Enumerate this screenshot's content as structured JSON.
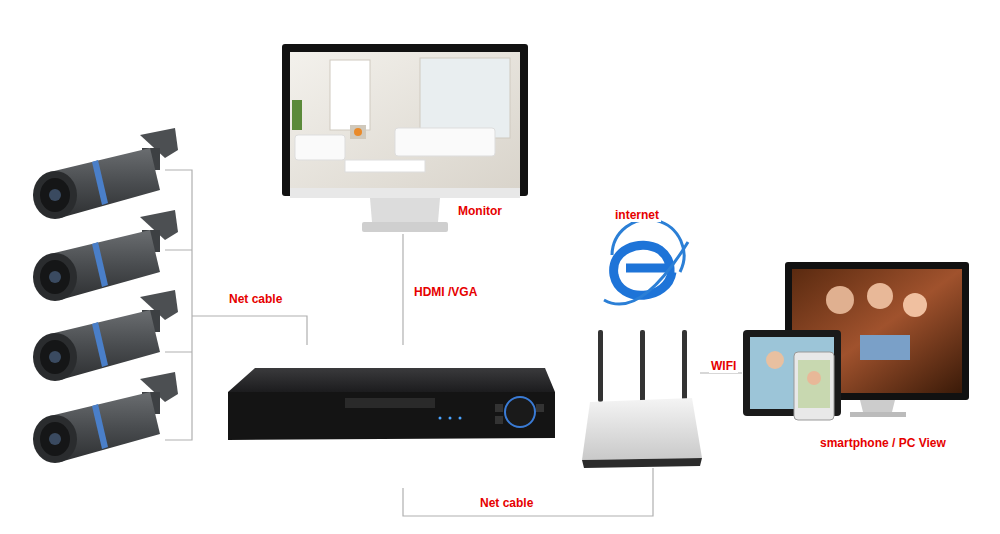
{
  "diagram": {
    "labels": [
      "Monitor",
      "internet",
      "HDMI /VGA",
      "Net cable",
      "WIFI",
      "smartphone / PC View",
      "Net cable"
    ]
  }
}
